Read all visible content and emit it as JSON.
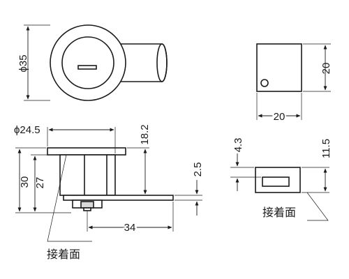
{
  "front_view": {
    "diameter_label": "ϕ35"
  },
  "side_view": {
    "width_label": "20",
    "height_label": "20"
  },
  "section_view": {
    "flange_diameter_label": "ϕ24.5",
    "body_height_label": "18.2",
    "plate_thickness_label": "2.5",
    "total_height_label": "30",
    "inner_height_label": "27",
    "cam_length_label": "34",
    "contact_surface_label": "接着面"
  },
  "strike_view": {
    "top_gap_label": "4.3",
    "height_label": "11.5",
    "contact_surface_label": "接着面"
  },
  "colors": {
    "line": "#1a1a1a",
    "part_fill": "#d9d9d9",
    "background": "#ffffff"
  }
}
